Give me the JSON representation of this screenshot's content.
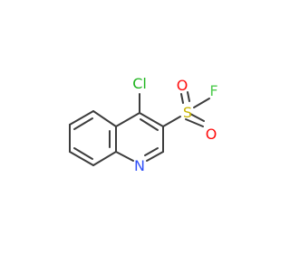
{
  "molecule": {
    "atoms": {
      "cl": "Cl",
      "s": "S",
      "o_top": "O",
      "o_bottom": "O",
      "f": "F",
      "n": "N"
    },
    "colors": {
      "bond": "#3c3c3c",
      "cl": "#1fb51f",
      "s": "#c8b400",
      "o": "#ff0d0d",
      "f": "#4fcb4f",
      "n": "#3050f8"
    }
  }
}
